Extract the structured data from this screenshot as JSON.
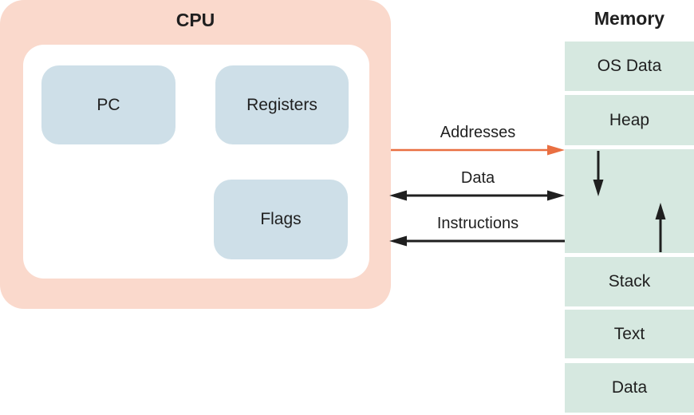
{
  "colors": {
    "cpu_fill": "#FAD9CC",
    "inner_fill": "#FFFFFF",
    "register_fill": "#CEDFE8",
    "memory_fill": "#D6E8E0",
    "accent_orange": "#E96F41",
    "ink": "#1F1F1F"
  },
  "cpu": {
    "title": "CPU",
    "components": [
      {
        "label": "PC"
      },
      {
        "label": "Registers"
      },
      {
        "label": "Flags"
      }
    ]
  },
  "buses": [
    {
      "label": "Addresses",
      "direction": "cpu-to-memory",
      "color": "#E96F41"
    },
    {
      "label": "Data",
      "direction": "bidirectional",
      "color": "#1F1F1F"
    },
    {
      "label": "Instructions",
      "direction": "memory-to-cpu",
      "color": "#1F1F1F"
    }
  ],
  "memory": {
    "title": "Memory",
    "cells": [
      {
        "label": "OS Data"
      },
      {
        "label": "Heap"
      },
      {
        "label": ""
      },
      {
        "label": "Stack"
      },
      {
        "label": "Text"
      },
      {
        "label": "Data"
      }
    ],
    "growth_region": {
      "down_arrow_icon": "arrow-down",
      "up_arrow_icon": "arrow-up"
    }
  }
}
